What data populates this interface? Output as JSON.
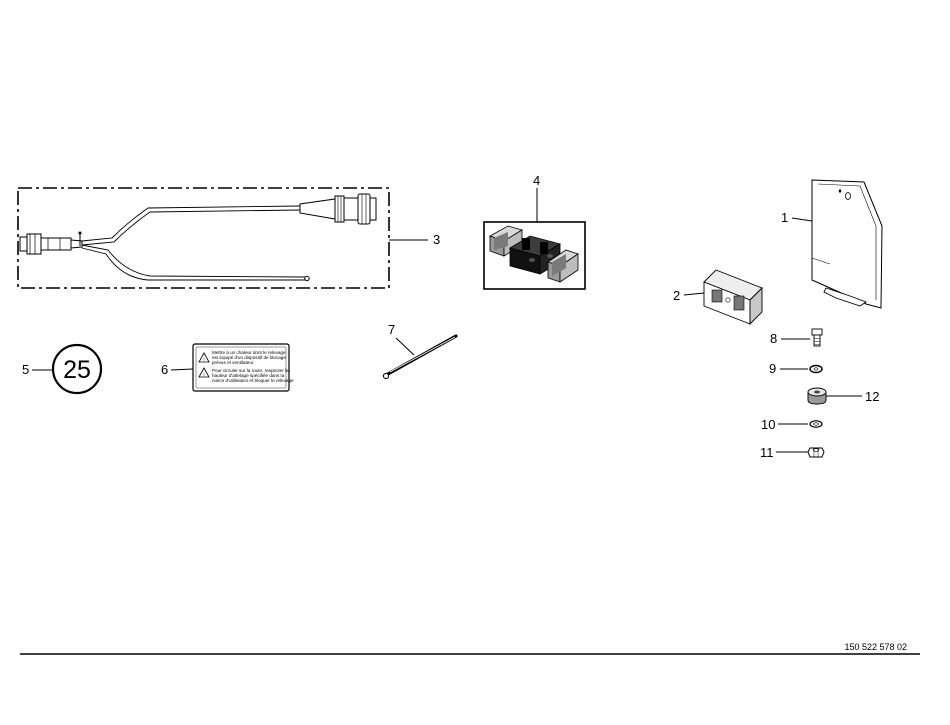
{
  "callouts": {
    "c1": "1",
    "c2": "2",
    "c3": "3",
    "c4": "4",
    "c5": "5",
    "c6": "6",
    "c7": "7",
    "c8": "8",
    "c9": "9",
    "c10": "10",
    "c11": "11",
    "c12": "12"
  },
  "speed_sign": {
    "value": "25"
  },
  "warning_label": {
    "line1": "Mettre à un chaleur dont le relevage",
    "line2": "est équipé d'un dispositif de blocage",
    "line3": "prévus et ventilateur.",
    "line4": "Pour circuler sur la route, respecter la",
    "line5": "hauteur d'attelage spécifiée dans la",
    "line6": "notice d'utilisation et bloquer le relevage"
  },
  "document_number": "150 522 578 02"
}
